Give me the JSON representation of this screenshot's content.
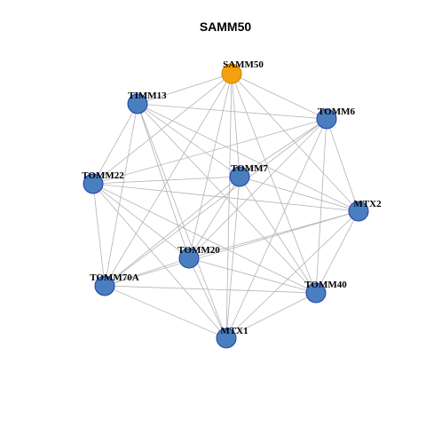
{
  "title": "SAMM50",
  "colors": {
    "hub_fill": "#f5a00f",
    "hub_stroke": "#c98400",
    "node_fill": "#4a7fbf",
    "node_stroke": "#1f3fae",
    "edge": "#b3b3b3"
  },
  "nodes": [
    {
      "id": "SAMM50",
      "label": "SAMM50",
      "hub": true
    },
    {
      "id": "TIMM13",
      "label": "TIMM13",
      "hub": false
    },
    {
      "id": "TOMM6",
      "label": "TOMM6",
      "hub": false
    },
    {
      "id": "TOMM7",
      "label": "TOMM7",
      "hub": false
    },
    {
      "id": "TOMM22",
      "label": "TOMM22",
      "hub": false
    },
    {
      "id": "MTX2",
      "label": "MTX2",
      "hub": false
    },
    {
      "id": "TOMM20",
      "label": "TOMM20",
      "hub": false
    },
    {
      "id": "TOMM70A",
      "label": "TOMM70A",
      "hub": false
    },
    {
      "id": "TOMM40",
      "label": "TOMM40",
      "hub": false
    },
    {
      "id": "MTX1",
      "label": "MTX1",
      "hub": false
    }
  ],
  "edges": [
    [
      "SAMM50",
      "TIMM13"
    ],
    [
      "SAMM50",
      "TOMM6"
    ],
    [
      "SAMM50",
      "TOMM7"
    ],
    [
      "SAMM50",
      "TOMM22"
    ],
    [
      "SAMM50",
      "MTX2"
    ],
    [
      "SAMM50",
      "TOMM20"
    ],
    [
      "SAMM50",
      "TOMM70A"
    ],
    [
      "SAMM50",
      "TOMM40"
    ],
    [
      "SAMM50",
      "MTX1"
    ],
    [
      "TIMM13",
      "TOMM6"
    ],
    [
      "TIMM13",
      "TOMM7"
    ],
    [
      "TIMM13",
      "MTX2"
    ],
    [
      "TIMM13",
      "TOMM20"
    ],
    [
      "TIMM13",
      "TOMM40"
    ],
    [
      "TIMM13",
      "MTX1"
    ],
    [
      "TIMM13",
      "TOMM70A"
    ],
    [
      "TIMM13",
      "TOMM22"
    ],
    [
      "TOMM6",
      "TOMM22"
    ],
    [
      "TOMM6",
      "TOMM7"
    ],
    [
      "TOMM6",
      "MTX2"
    ],
    [
      "TOMM6",
      "TOMM20"
    ],
    [
      "TOMM6",
      "TOMM70A"
    ],
    [
      "TOMM6",
      "TOMM40"
    ],
    [
      "TOMM6",
      "MTX1"
    ],
    [
      "TOMM7",
      "TOMM22"
    ],
    [
      "TOMM7",
      "MTX2"
    ],
    [
      "TOMM7",
      "TOMM20"
    ],
    [
      "TOMM7",
      "TOMM70A"
    ],
    [
      "TOMM7",
      "TOMM40"
    ],
    [
      "TOMM7",
      "MTX1"
    ],
    [
      "TOMM22",
      "MTX2"
    ],
    [
      "TOMM22",
      "TOMM20"
    ],
    [
      "TOMM22",
      "TOMM70A"
    ],
    [
      "TOMM22",
      "TOMM40"
    ],
    [
      "TOMM22",
      "MTX1"
    ],
    [
      "MTX2",
      "TOMM20"
    ],
    [
      "MTX2",
      "TOMM70A"
    ],
    [
      "MTX2",
      "TOMM40"
    ],
    [
      "MTX2",
      "MTX1"
    ],
    [
      "TOMM20",
      "TOMM70A"
    ],
    [
      "TOMM20",
      "TOMM40"
    ],
    [
      "TOMM20",
      "MTX1"
    ],
    [
      "TOMM70A",
      "TOMM40"
    ],
    [
      "TOMM70A",
      "MTX1"
    ],
    [
      "TOMM40",
      "MTX1"
    ]
  ]
}
